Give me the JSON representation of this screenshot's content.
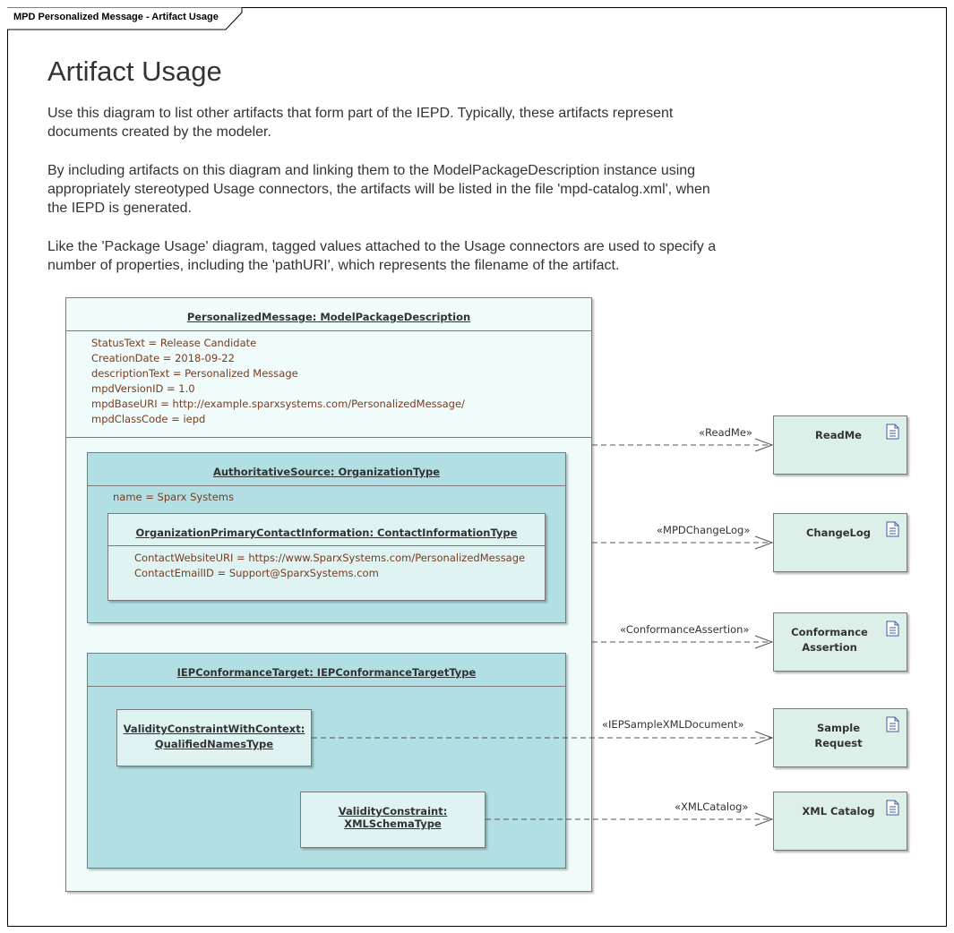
{
  "frame": {
    "title": "MPD Personalized Message - Artifact Usage"
  },
  "notes": {
    "heading": "Artifact Usage",
    "paragraphs": [
      "Use this diagram to list other artifacts that form part of the IEPD.  Typically, these artifacts represent\ndocuments created by the modeler.",
      "By including artifacts on this diagram and linking them to the ModelPackageDescription instance using\nappropriately stereotyped Usage connectors, the artifacts will be listed in the file 'mpd-catalog.xml', when\nthe IEPD is generated.",
      "Like the 'Package Usage' diagram, tagged values attached to the Usage connectors are used to specify a\nnumber of properties, including the 'pathURI', which represents the filename of the artifact."
    ]
  },
  "main_instance": {
    "title": "PersonalizedMessage: ModelPackageDescription",
    "attributes": [
      "StatusText = Release Candidate",
      "CreationDate = 2018-09-22",
      "descriptionText = Personalized Message",
      "mpdVersionID = 1.0",
      "mpdBaseURI = http://example.sparxsystems.com/PersonalizedMessage/",
      "mpdClassCode = iepd"
    ]
  },
  "authoritative_source": {
    "title": "AuthoritativeSource: OrganizationType",
    "attributes": [
      "name = Sparx Systems"
    ],
    "contact": {
      "title": "OrganizationPrimaryContactInformation: ContactInformationType",
      "attributes": [
        "ContactWebsiteURI = https://www.SparxSystems.com/PersonalizedMessage",
        "ContactEmailID = Support@SparxSystems.com"
      ]
    }
  },
  "conformance_target": {
    "title": "IEPConformanceTarget: IEPConformanceTargetType",
    "validity_with_context": {
      "line1": "ValidityConstraintWithContext:",
      "line2": "QualifiedNamesType"
    },
    "validity_schema": {
      "title": "ValidityConstraint: XMLSchemaType"
    }
  },
  "artifacts": [
    {
      "label": "ReadMe",
      "stereotype": "«ReadMe»"
    },
    {
      "label": "ChangeLog",
      "stereotype": "«MPDChangeLog»"
    },
    {
      "label": "Conformance Assertion",
      "stereotype": "«ConformanceAssertion»"
    },
    {
      "label": "Sample Request",
      "stereotype": "«IEPSampleXMLDocument»"
    },
    {
      "label": "XML Catalog",
      "stereotype": "«XMLCatalog»"
    }
  ],
  "icons": {
    "artifact": "document-icon"
  },
  "colors": {
    "main_fill": "#effcfb",
    "nested_fill": "#b2dfe3",
    "inner_fill": "#dff3f3",
    "artifact_fill": "#dcefe9",
    "attribute_text": "#7a3b1e"
  }
}
